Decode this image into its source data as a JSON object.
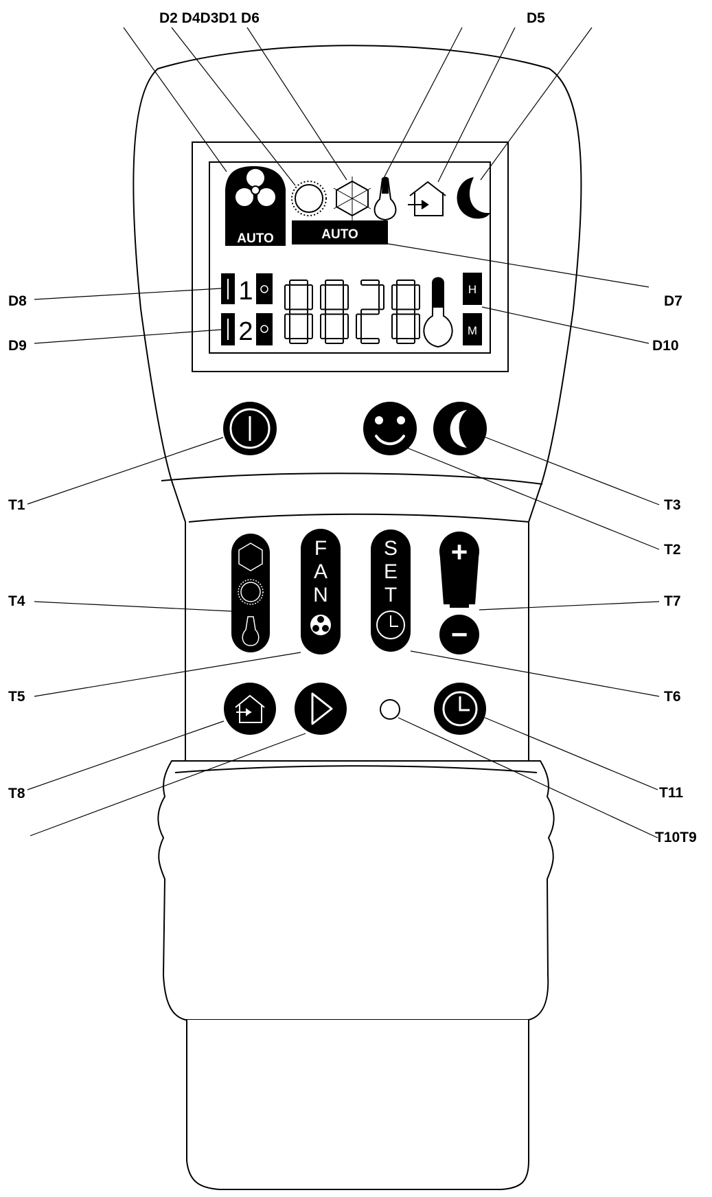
{
  "callouts": {
    "top": {
      "d2_d4_d3_d1_d6": "D2 D4D3D1 D6",
      "d5": "D5"
    },
    "d7": "D7",
    "d8": "D8",
    "d9": "D9",
    "d10": "D10",
    "t1": "T1",
    "t2": "T2",
    "t3": "T3",
    "t4": "T4",
    "t5": "T5",
    "t6": "T6",
    "t7": "T7",
    "t8": "T8",
    "t10_t9": "T10T9",
    "t11": "T11"
  },
  "display": {
    "fan_auto": "AUTO",
    "mode_auto": "AUTO",
    "line1": "1",
    "line2": "2",
    "segments": "8828",
    "speed_high": "H",
    "speed_mid": "M"
  },
  "buttons": {
    "fan_letters": [
      "F",
      "A",
      "N"
    ],
    "set_letters": [
      "S",
      "E",
      "T"
    ],
    "plus": "+",
    "minus": "−"
  },
  "colors": {
    "ink": "#000000",
    "body": "#ffffff",
    "lcd": "#ffffff"
  }
}
